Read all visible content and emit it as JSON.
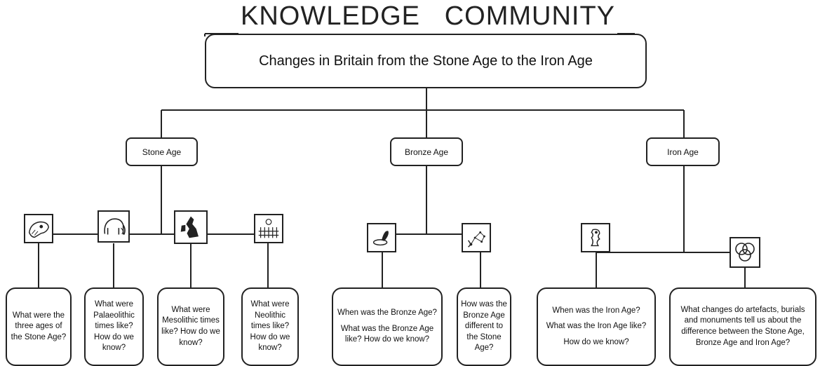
{
  "title": "KNOWLEDGE   COMMUNITY",
  "main_topic": "Changes in Britain from the Stone Age to the Iron Age",
  "ages": [
    {
      "label": "Stone Age"
    },
    {
      "label": "Bronze Age"
    },
    {
      "label": "Iron Age"
    }
  ],
  "icons": [
    {
      "name": "skull-icon"
    },
    {
      "name": "mammoth-icon"
    },
    {
      "name": "british-isles-map-icon"
    },
    {
      "name": "wheat-field-icon"
    },
    {
      "name": "bronze-artefact-icon"
    },
    {
      "name": "constellation-icon"
    },
    {
      "name": "iron-age-figure-icon"
    },
    {
      "name": "overlapping-circles-icon"
    }
  ],
  "questions": [
    {
      "lines": [
        "What were the three ages of the Stone Age?"
      ]
    },
    {
      "lines": [
        "What were Palaeolithic times like? How do we know?"
      ]
    },
    {
      "lines": [
        "What were Mesolithic times like? How do we know?"
      ]
    },
    {
      "lines": [
        "What were Neolithic times like? How do we know?"
      ]
    },
    {
      "lines": [
        "When was the Bronze Age?",
        "What was the Bronze Age like? How do we know?"
      ]
    },
    {
      "lines": [
        "How was the Bronze Age different to the Stone Age?"
      ]
    },
    {
      "lines": [
        "When was the Iron Age?",
        "What was the Iron Age like?",
        "How do we know?"
      ]
    },
    {
      "lines": [
        "What changes do artefacts, burials and monuments tell us about the difference between the Stone Age, Bronze Age and Iron Age?"
      ]
    }
  ]
}
